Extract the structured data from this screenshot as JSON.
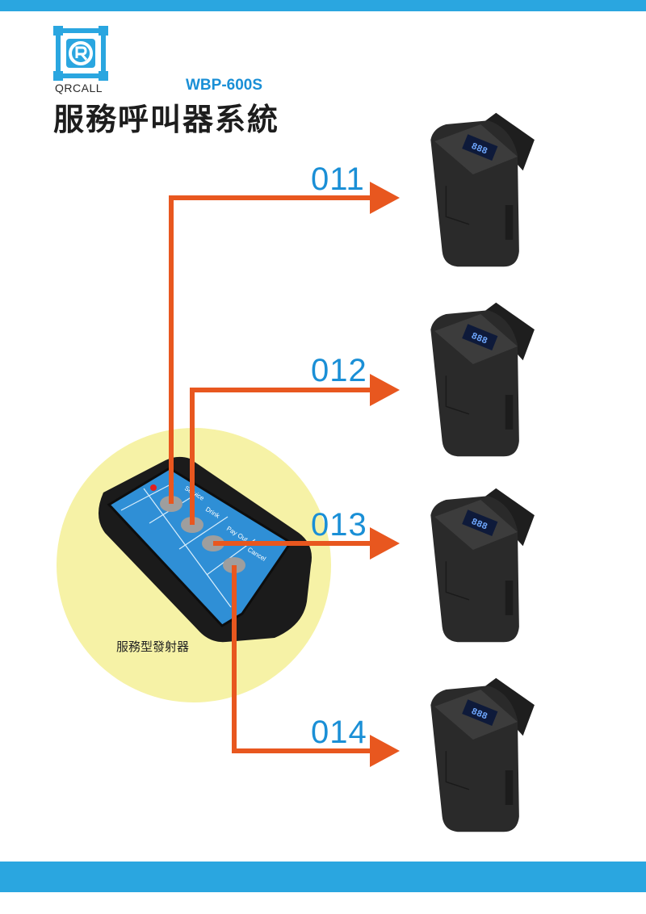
{
  "header": {
    "brand": "QRCALL",
    "model": "WBP-600S",
    "title": "服務呼叫器系統"
  },
  "transmitter": {
    "label": "服務型發射器",
    "buttons": [
      "Service",
      "Drink",
      "Pay Out",
      "Cancel"
    ]
  },
  "receivers": [
    {
      "code": "011",
      "display": "888"
    },
    {
      "code": "012",
      "display": "888"
    },
    {
      "code": "013",
      "display": "888"
    },
    {
      "code": "014",
      "display": "888"
    }
  ],
  "colors": {
    "accent_blue": "#2aa6e0",
    "arrow_orange": "#e8571f",
    "circle_yellow": "#f6f2a6",
    "code_blue": "#1a8fd6"
  }
}
